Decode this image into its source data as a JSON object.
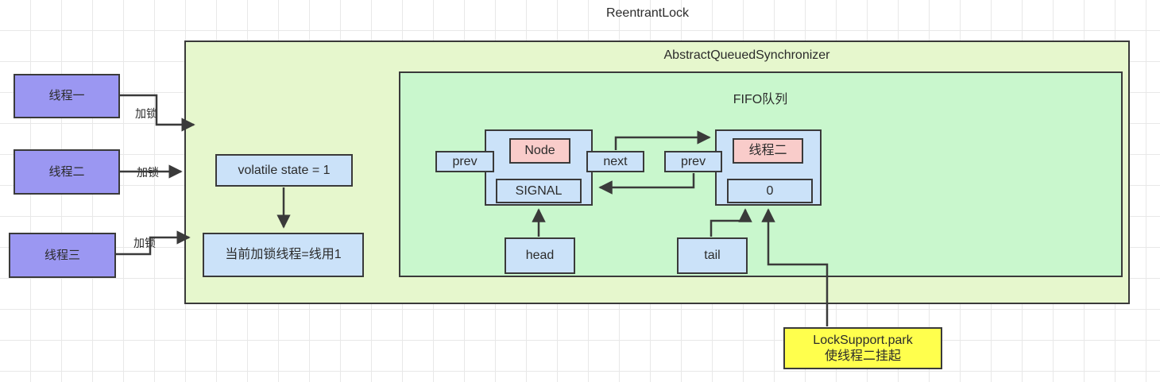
{
  "diagram": {
    "title": "ReentrantLock",
    "containers": {
      "reentrant_lock_label": "ReentrantLock",
      "aqs_label": "AbstractQueuedSynchronizer",
      "fifo_label": "FIFO队列"
    },
    "threads": [
      {
        "label": "线程一",
        "edge_label": "加锁"
      },
      {
        "label": "线程二",
        "edge_label": "加锁"
      },
      {
        "label": "线程三",
        "edge_label": "加锁"
      }
    ],
    "state": {
      "volatile_state": "volatile state = 1",
      "current_owner": "当前加锁线程=线用1"
    },
    "queue": {
      "node1": {
        "prev": "prev",
        "next": "next",
        "type": "Node",
        "waitstatus": "SIGNAL",
        "pointer": "head"
      },
      "node2": {
        "prev": "prev",
        "thread": "线程二",
        "waitstatus": "0",
        "pointer": "tail"
      }
    },
    "park": {
      "line1": "LockSupport.park",
      "line2": "使线程二挂起"
    },
    "colors": {
      "aqs_fill": "#e6f7cd",
      "fifo_fill": "#c9f7cd",
      "thread_fill": "#9b97f2",
      "node_fill": "#cbe2f9",
      "highlight_fill": "#f9ccca",
      "park_fill": "#ffff4d",
      "stroke": "#3a3a3a"
    }
  }
}
